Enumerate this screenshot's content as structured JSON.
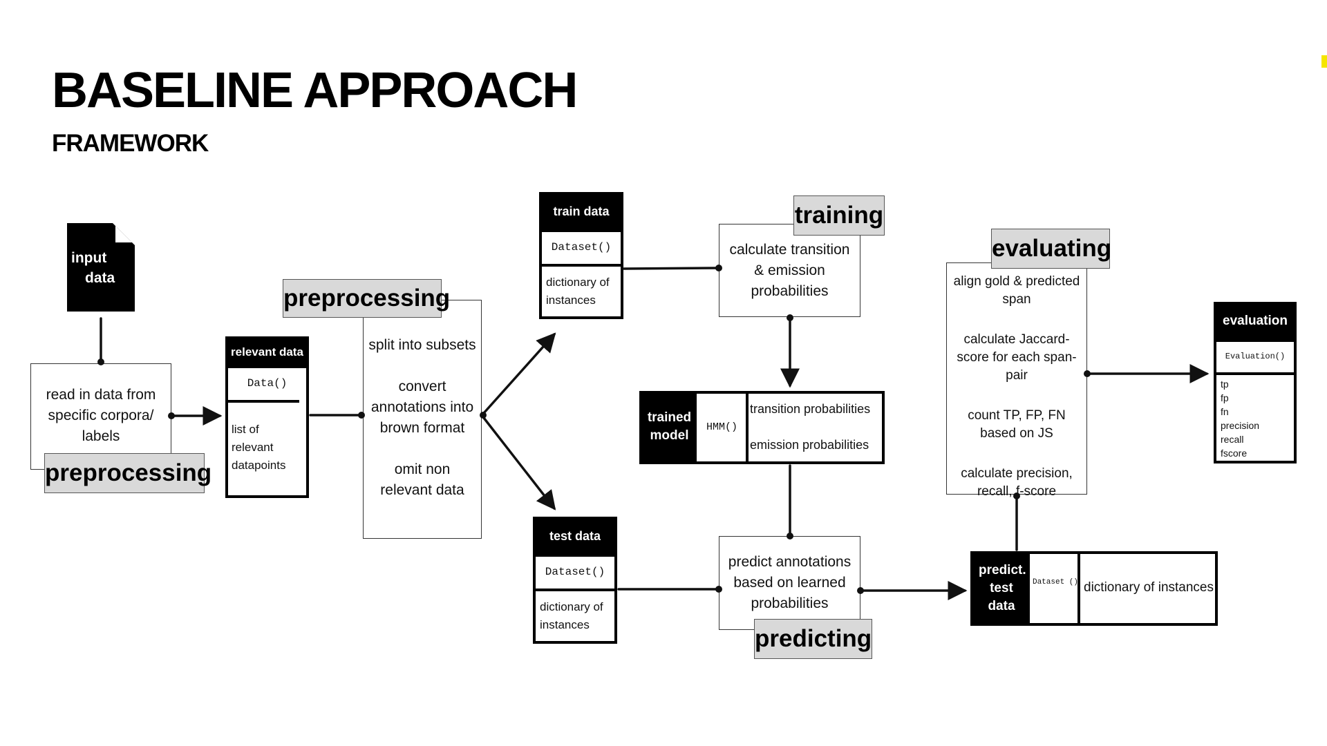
{
  "page": {
    "title": "BASELINE APPROACH",
    "subtitle": "FRAMEWORK"
  },
  "nodes": {
    "input_data": {
      "line1": "input",
      "line2": "data"
    },
    "read_in": {
      "text": "read in data from specific corpora/ labels",
      "tag": "preprocessing"
    },
    "relevant_data": {
      "header": "relevant data",
      "code": "Data()",
      "body": "list of relevant datapoints"
    },
    "preprocessing": {
      "tag": "preprocessing",
      "step1": "split into subsets",
      "step2": "convert annotations into brown format",
      "step3": "omit non relevant data"
    },
    "train_data": {
      "header": "train data",
      "code": "Dataset()",
      "body": "dictionary of instances"
    },
    "test_data": {
      "header": "test data",
      "code": "Dataset()",
      "body": "dictionary of instances"
    },
    "training": {
      "tag": "training",
      "text": "calculate transition & emission probabilities"
    },
    "trained_model": {
      "label": "trained model",
      "code": "HMM()",
      "line1": "transition probabilities",
      "line2": "emission probabilities"
    },
    "predicting": {
      "tag": "predicting",
      "text": "predict annotations based on learned probabilities"
    },
    "predict_test": {
      "label": "predict. test data",
      "code": "Dataset ()",
      "body": "dictionary of instances"
    },
    "evaluating": {
      "tag": "evaluating",
      "step1": "align gold & predicted span",
      "step2": "calculate Jaccard-score for each span-pair",
      "step3": "count TP, FP, FN based on JS",
      "step4": "calculate precision, recall, f-score"
    },
    "evaluation": {
      "header": "evaluation",
      "code": "Evaluation()",
      "metrics": [
        "tp",
        "fp",
        "fn",
        "precision",
        "recall",
        "fscore"
      ]
    }
  },
  "colors": {
    "accent": "#f5e500",
    "tag_fill": "#d9d9d9",
    "ink": "#000000"
  }
}
